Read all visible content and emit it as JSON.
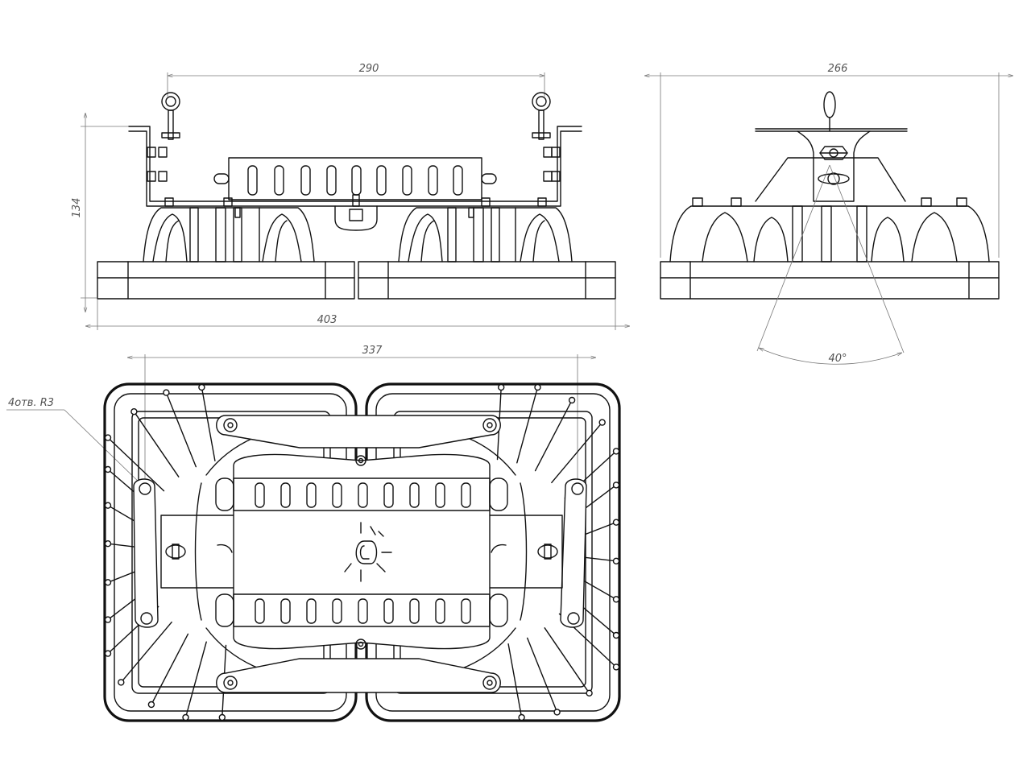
{
  "front_view": {
    "width_top": "290",
    "height": "134",
    "width_bottom": "403"
  },
  "side_view": {
    "width": "266",
    "beam_angle": "40°"
  },
  "top_view": {
    "width": "337",
    "holes_note": "4отв. R3"
  }
}
